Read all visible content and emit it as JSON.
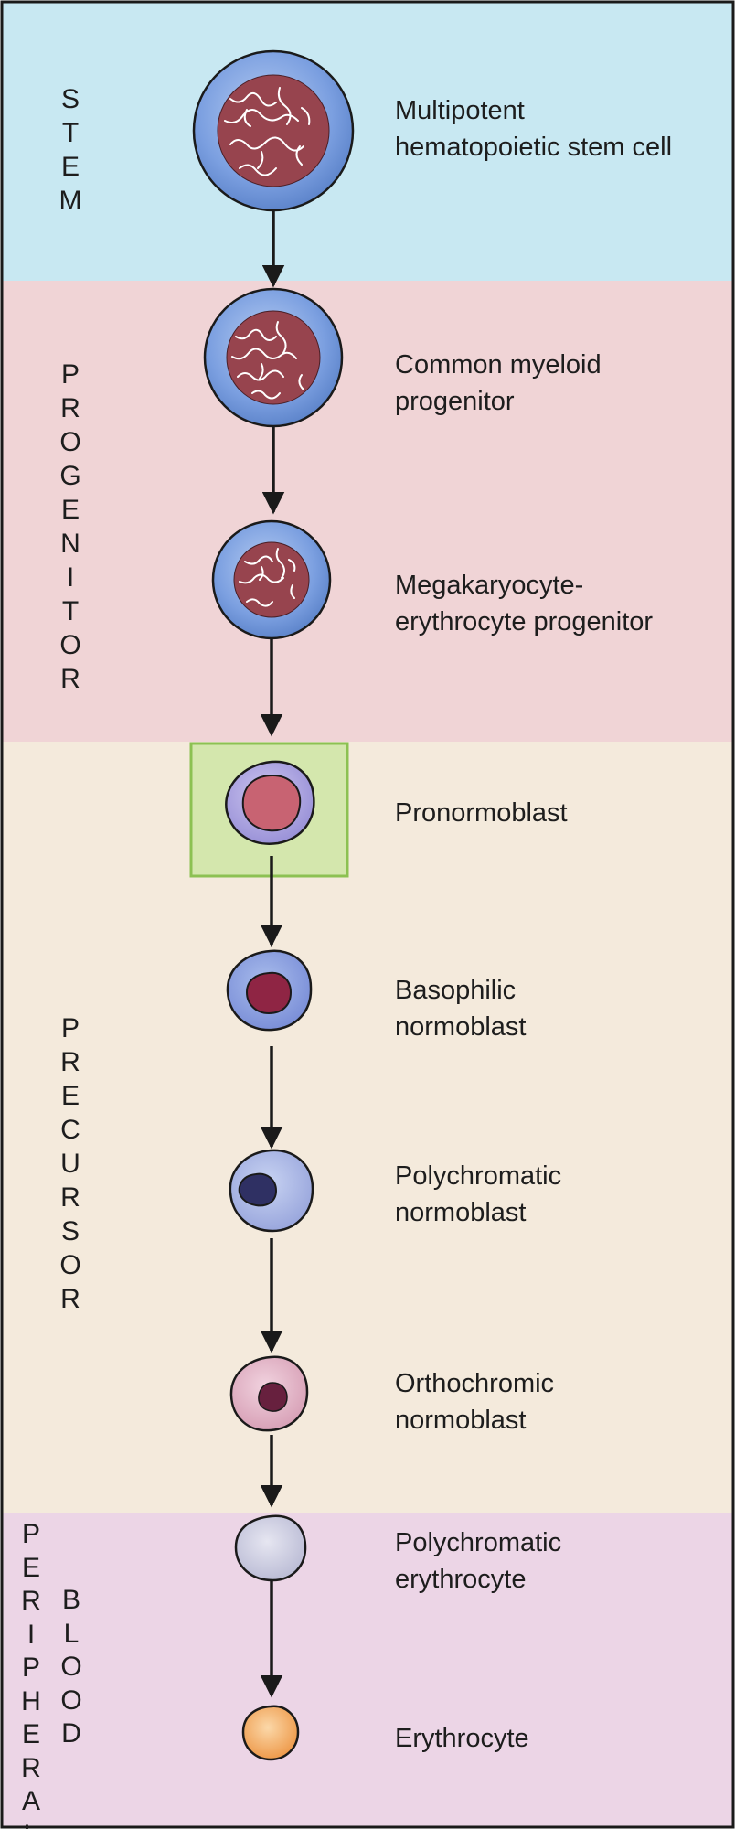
{
  "bands": [
    {
      "id": "stem",
      "label": "STEM",
      "color": "#c8e8f2"
    },
    {
      "id": "progenitor",
      "label": "PROGENITOR",
      "color": "#f0d4d6"
    },
    {
      "id": "precursor",
      "label": "PRECURSOR",
      "color": "#f4eadc"
    },
    {
      "id": "peripheral-blood",
      "label": "PERIPHERAL BLOOD",
      "label_lines": [
        "PERIPHERAL",
        "BLOOD"
      ],
      "color": "#ecd5e6"
    }
  ],
  "cells": [
    {
      "id": "multipotent-hsc",
      "lines": [
        "Multipotent",
        "hematopoietic stem cell"
      ]
    },
    {
      "id": "common-myeloid-progenitor",
      "lines": [
        "Common myeloid",
        "progenitor"
      ]
    },
    {
      "id": "mep",
      "lines": [
        "Megakaryocyte-",
        "erythrocyte progenitor"
      ]
    },
    {
      "id": "pronormoblast",
      "lines": [
        "Pronormoblast"
      ],
      "highlight_color": "#d4e7ad"
    },
    {
      "id": "basophilic-normoblast",
      "lines": [
        "Basophilic",
        "normoblast"
      ]
    },
    {
      "id": "polychromatic-normoblast",
      "lines": [
        "Polychromatic",
        "normoblast"
      ]
    },
    {
      "id": "orthochromic-normoblast",
      "lines": [
        "Orthochromic",
        "normoblast"
      ]
    },
    {
      "id": "polychromatic-erythrocyte",
      "lines": [
        "Polychromatic",
        "erythrocyte"
      ]
    },
    {
      "id": "erythrocyte",
      "lines": [
        "Erythrocyte"
      ]
    }
  ],
  "colors": {
    "stem_cell_outer": "#6f95d6",
    "stem_cell_nucleus": "#97444e",
    "pronormoblast_nucleus": "#c86372",
    "basophilic_nucleus": "#8f2544",
    "polychromatic_nucleus": "#2f3063",
    "orthochromic_cytoplasm": "#e2b6c8",
    "orthochromic_nucleus": "#67203e",
    "polychromatic_erythrocyte": "#ccccdf",
    "erythrocyte": "#f2a65a",
    "arrow": "#1a1a1a"
  }
}
